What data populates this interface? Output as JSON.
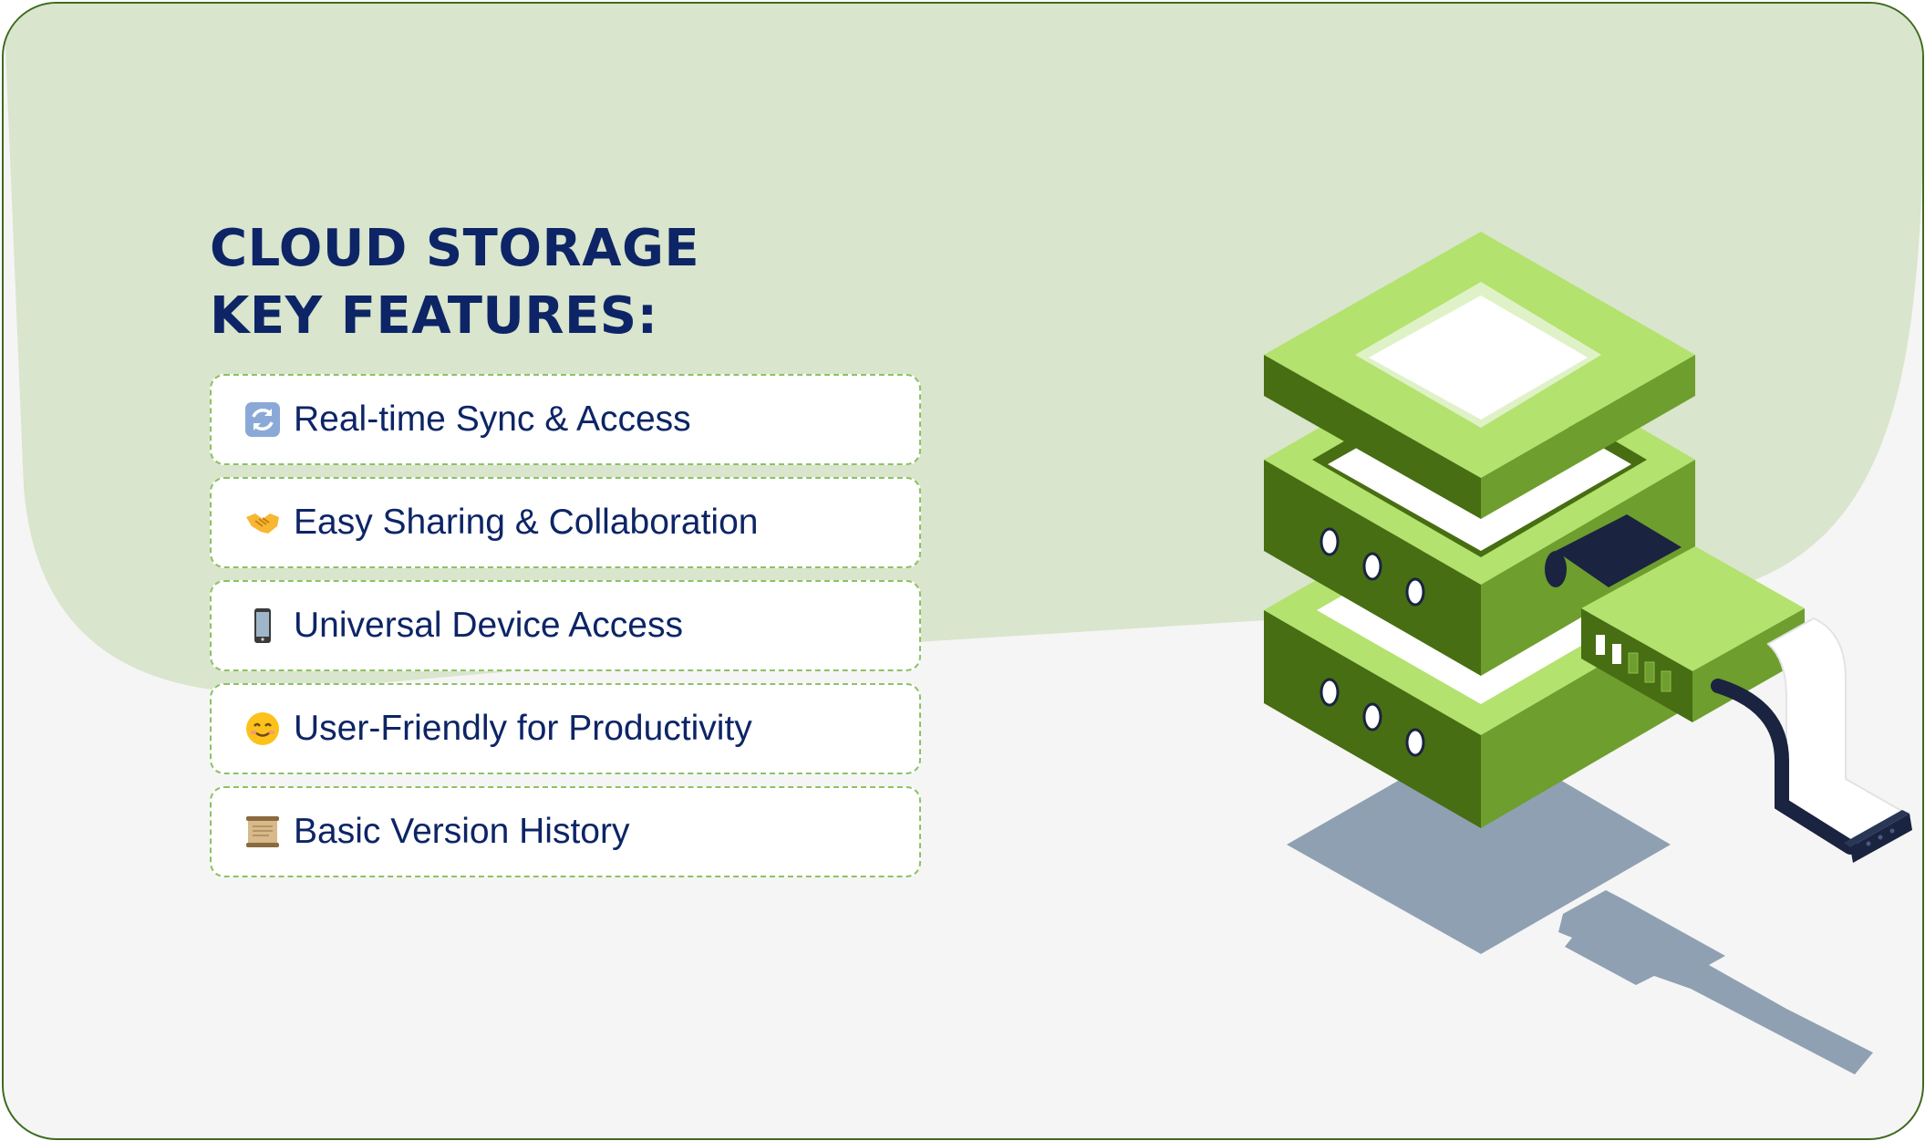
{
  "title": {
    "line1": "CLOUD STORAGE",
    "line2": "KEY FEATURES:"
  },
  "features": [
    {
      "icon": "sync-arrows-icon",
      "label": "Real-time Sync & Access"
    },
    {
      "icon": "handshake-icon",
      "label": "Easy Sharing & Collaboration"
    },
    {
      "icon": "mobile-phone-icon",
      "label": "Universal Device Access"
    },
    {
      "icon": "smiling-face-icon",
      "label": "User-Friendly for Productivity"
    },
    {
      "icon": "scroll-icon",
      "label": "Basic Version History"
    }
  ],
  "colors": {
    "title": "#0d2566",
    "accent_green": "#8cc264",
    "background_green": "#d9e5cc",
    "card_border": "#3e6b1f"
  }
}
